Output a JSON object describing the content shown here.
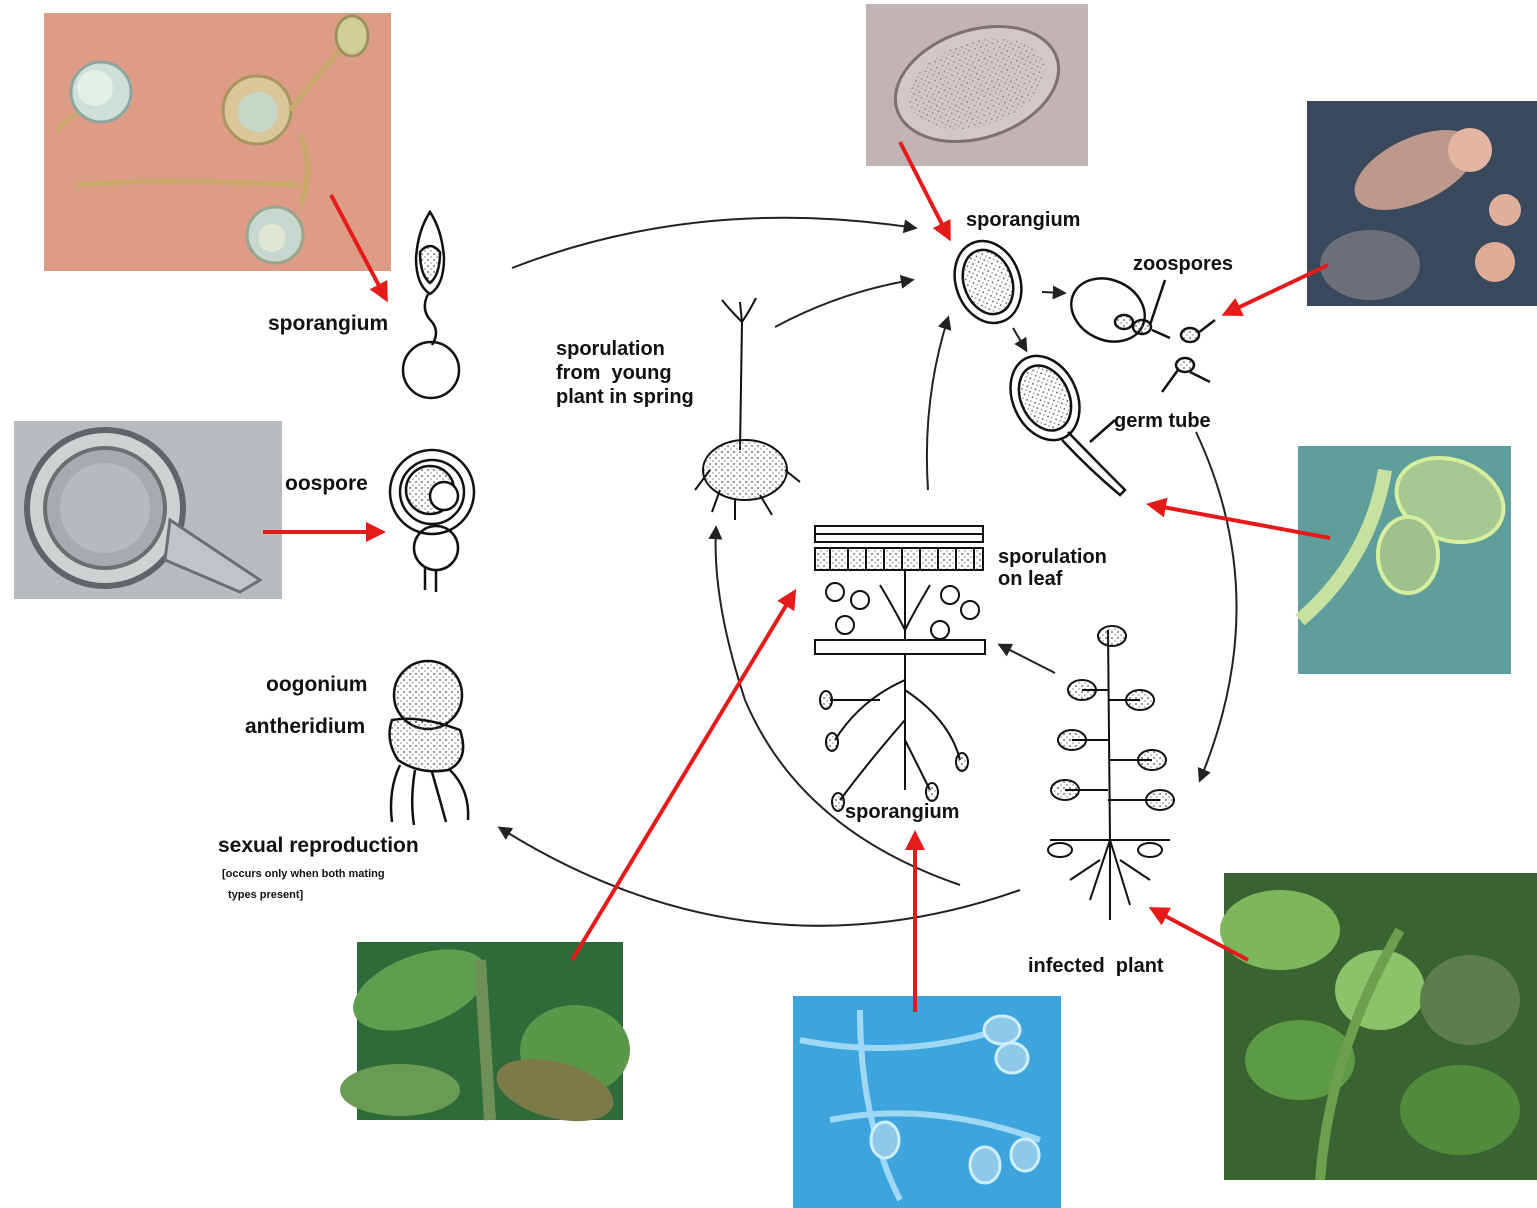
{
  "labels": {
    "sporangium_left": "sporangium",
    "oospore": "oospore",
    "oogonium": "oogonium",
    "antheridium": "antheridium",
    "sexual_reproduction": "sexual reproduction",
    "sexual_note_line1": "[occurs only when both mating",
    "sexual_note_line2": "types present]",
    "sporulation_spring_line1": "sporulation",
    "sporulation_spring_line2": "from  young",
    "sporulation_spring_line3": "plant in spring",
    "sporangium_top": "sporangium",
    "zoospores": "zoospores",
    "germ_tube": "germ tube",
    "sporulation_leaf_line1": "sporulation",
    "sporulation_leaf_line2": "on leaf",
    "sporangium_center": "sporangium",
    "infected_plant": "infected  plant"
  },
  "colors": {
    "pointer_arrow": "#e51b1b",
    "cycle_arrow": "#222222",
    "line_art": "#111111"
  },
  "photos": [
    "micrograph-sporangia-on-hyphae",
    "micrograph-sporangium-close",
    "micrograph-zoospores",
    "micrograph-oospore",
    "micrograph-germinating-sporangium",
    "photo-infected-leaves",
    "micrograph-sporangiophores",
    "photo-infected-plant"
  ]
}
